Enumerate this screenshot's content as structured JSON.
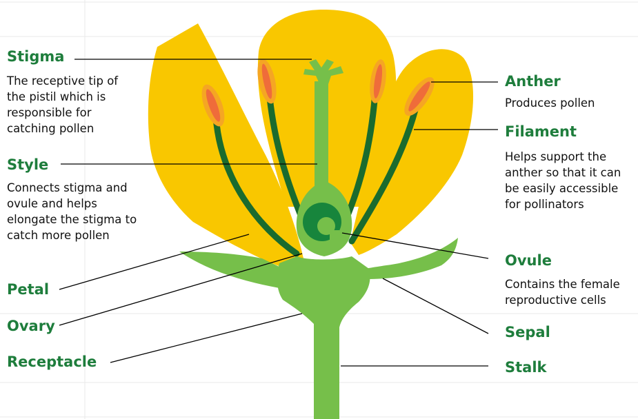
{
  "colors": {
    "petal": "#f9c700",
    "anther_outer": "#f5a623",
    "anther_inner": "#ef6c3a",
    "stem_light": "#76bf4a",
    "stem_dark": "#1a6b2e",
    "ovule": "#17853c",
    "label_text": "#1e7d3c",
    "grid": "#e6e6e6",
    "line": "#000000"
  },
  "labels": {
    "stigma": {
      "title": "Stigma",
      "desc": "The receptive tip of the pistil which is responsible for catching pollen"
    },
    "style": {
      "title": "Style",
      "desc": "Connects stigma and ovule and helps elongate the stigma to catch more pollen"
    },
    "petal": {
      "title": "Petal"
    },
    "ovary": {
      "title": "Ovary"
    },
    "receptacle": {
      "title": "Receptacle"
    },
    "anther": {
      "title": "Anther",
      "desc": "Produces pollen"
    },
    "filament": {
      "title": "Filament",
      "desc": "Helps support the anther so that it can be easily accessible for pollinators"
    },
    "ovule": {
      "title": "Ovule",
      "desc": "Contains the female reproductive cells"
    },
    "sepal": {
      "title": "Sepal"
    },
    "stalk": {
      "title": "Stalk"
    }
  }
}
